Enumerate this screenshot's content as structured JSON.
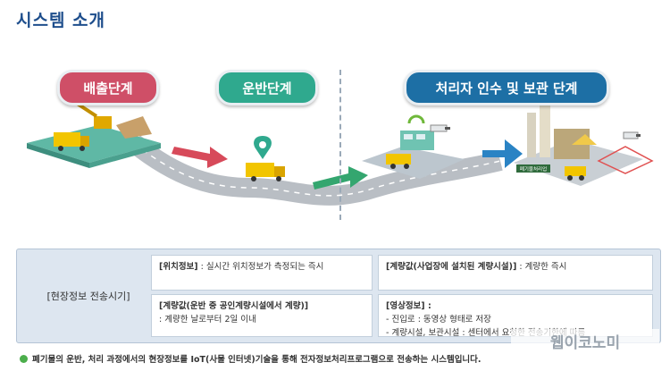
{
  "page": {
    "title": "시스템 소개"
  },
  "stages": [
    {
      "label": "배출단계",
      "color": "#cf4f67"
    },
    {
      "label": "운반단계",
      "color": "#2fa98e"
    },
    {
      "label": "처리자 인수 및 보관 단계",
      "color": "#1d6fa5"
    }
  ],
  "scene": {
    "sign_text": "폐기물처리업"
  },
  "info_panel": {
    "label": "[현장정보 전송시기]",
    "cells": [
      {
        "title": "[위치정보]",
        "text": " : 실시간 위치정보가 측정되는 즉시"
      },
      {
        "title": "[계량값(사업장에 설치된 계량시설)]",
        "text": " : 계량한 즉시"
      },
      {
        "title": "[계량값(운반 중 공인계량시설에서 계량)]",
        "text": " : 계량한 날로부터 2일 이내"
      },
      {
        "title": "[영상정보] :",
        "text": "- 진입로 : 동영상 형태로 저장",
        "text2": "- 계량시설, 보관시설 : 센터에서 요청한 전송기한에 따름"
      }
    ]
  },
  "footer": {
    "text": "폐기물의 운반, 처리 과정에서의 현장정보를 IoT(사물 인터넷)기술을 통해 전자정보처리프로그램으로 전송하는 시스템입니다."
  },
  "watermark": {
    "text": "웹이코노미"
  }
}
